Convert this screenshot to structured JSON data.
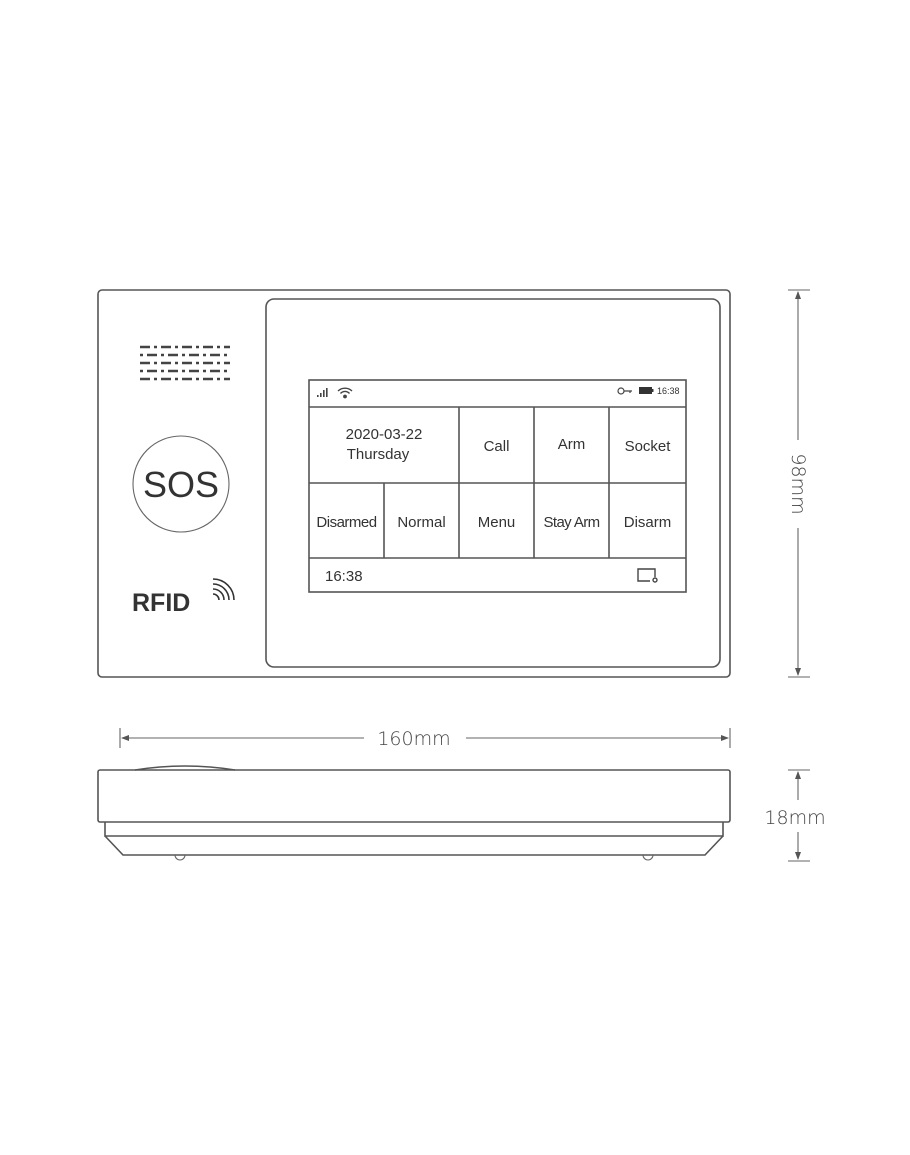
{
  "device": {
    "sos_label": "SOS",
    "rfid_label": "RFID",
    "screen": {
      "status_time": "16:38",
      "date": "2020-03-22",
      "weekday": "Thursday",
      "row1": [
        "Call",
        "Arm",
        "Socket"
      ],
      "row2": [
        "Disarmed",
        "Normal",
        "Menu",
        "Stay Arm",
        "Disarm"
      ],
      "footer_time": "16:38"
    }
  },
  "dimensions": {
    "width": "160mm",
    "height": "98mm",
    "depth": "18mm"
  },
  "colors": {
    "line": "#555555",
    "text": "#333333"
  }
}
